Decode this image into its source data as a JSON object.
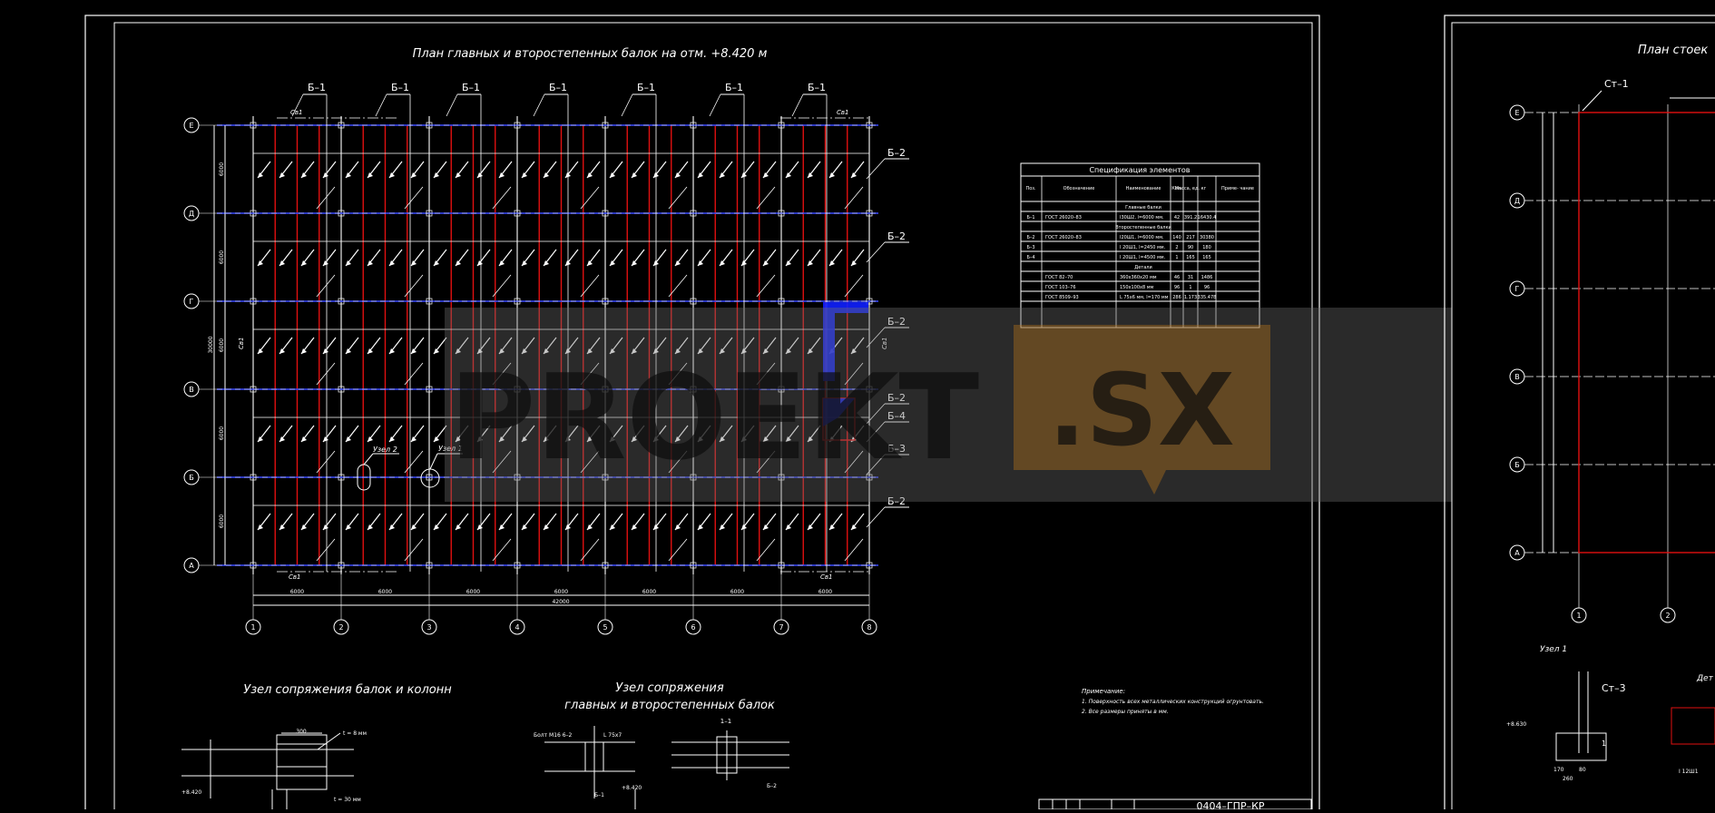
{
  "sheet_left": {
    "plan_title": "План главных и второстепенных балок на отм. +8.420 м",
    "beam_main_label": "Б–1",
    "beam_secondary_labels": [
      "Б–2",
      "Б–2",
      "Б–2",
      "Б–2",
      "Б–4",
      "Б–3",
      "Б–2"
    ],
    "tie_label": "Св1",
    "axis_letters": [
      "Е",
      "Д",
      "Г",
      "В",
      "Б",
      "А"
    ],
    "axis_numbers": [
      "1",
      "2",
      "3",
      "4",
      "5",
      "6",
      "7",
      "8"
    ],
    "bay_dim": "6000",
    "span_dim": "6000",
    "total_dim": "42000",
    "height_total_dim": "30000",
    "node_1_label": "Узел 1",
    "node_2_label": "Узел 2",
    "node_beam_column_title": "Узел сопряжения балок и колонн",
    "node_beams_title_line1": "Узел сопряжения",
    "node_beams_title_line2": "главных и второстепенных балок",
    "notes_title": "Примечание:",
    "notes": [
      "1. Поверхность всех металлических конструкций огрунтовать.",
      "2. Все размеры приняты в мм."
    ],
    "stamp_code": "0404–ГПР–КР"
  },
  "spec_table": {
    "title": "Спецификация элементов",
    "headers": [
      "Поз.",
      "Обозначение",
      "Наименование",
      "Кол.",
      "Масса, ед. кг",
      "Приме- чание"
    ],
    "groups": [
      {
        "name": "Главные балки",
        "rows": [
          [
            "Б–1",
            "ГОСТ 26020–83",
            "I30Ш2, l=6000 мм.",
            "42",
            "391.2",
            "16430.4"
          ]
        ]
      },
      {
        "name": "Второстепенные балки",
        "rows": [
          [
            "Б–2",
            "ГОСТ 26020–83",
            "I20Ш1, l=6000 мм.",
            "140",
            "217",
            "30380"
          ],
          [
            "Б–3",
            "",
            "I 20Ш1, l=2450 мм.",
            "2",
            "90",
            "180"
          ],
          [
            "Б–4",
            "",
            "I 20Ш1, l=4500 мм.",
            "1",
            "165",
            "165"
          ]
        ]
      },
      {
        "name": "Детали",
        "rows": [
          [
            "",
            "ГОСТ 82–70",
            "360х360х20 мм",
            "46",
            "31",
            "1486"
          ],
          [
            "",
            "ГОСТ 103–76",
            "150х100х8 мм",
            "96",
            "1",
            "96"
          ],
          [
            "",
            "ГОСТ 8509–93",
            "L 75х6 мм, l=170 мм",
            "286",
            "1.173",
            "335.478"
          ]
        ]
      }
    ]
  },
  "detail_labels": {
    "dim_300": "300",
    "t8": "t = 8 мм",
    "t30": "t = 30 мм",
    "elev": "+8.420",
    "section_11": "1–1",
    "angle": "L 75х7",
    "beam_b1": "Б–1",
    "beam_b2": "Б–2",
    "bolt": "Болт М16 6–2"
  },
  "sheet_right": {
    "plan_title": "План стоек",
    "column_label": "Ст–1",
    "column_label_3": "Ст–3",
    "axis_letters": [
      "Е",
      "Д",
      "Г",
      "В",
      "Б",
      "А"
    ],
    "axis_numbers": [
      "1",
      "2"
    ],
    "node_label": "Узел 1",
    "detail_label": "Дет",
    "elev": "+8.630",
    "dim_260": "260",
    "dim_170": "170",
    "dim_80": "80",
    "profile": "I 12Ш1",
    "tag_1": "1"
  },
  "watermark": {
    "text_left": "PROEKT",
    "text_right": ".SX"
  },
  "colors": {
    "background": "#000000",
    "line": "#ffffff",
    "beam_red": "#e01010",
    "axis_blue": "#3a4bff",
    "selection_blue": "#1020ff",
    "watermark": "#8a8a8a",
    "watermark_bubble": "#c07818"
  }
}
